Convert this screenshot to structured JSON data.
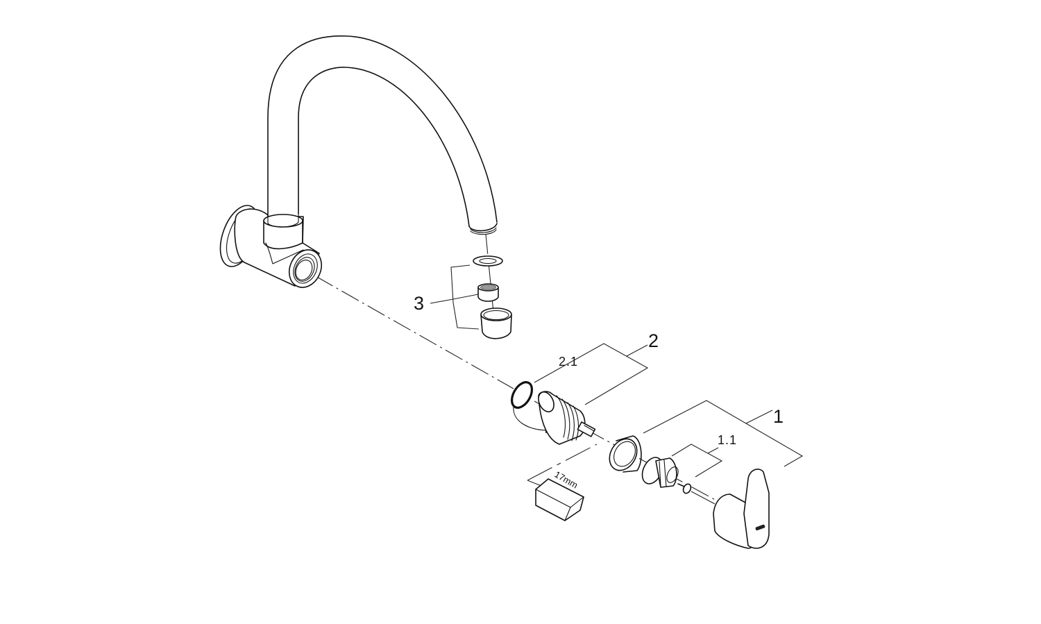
{
  "diagram": {
    "type": "exploded-parts-view",
    "subject": "wall-mounted faucet",
    "callouts": [
      {
        "id": "1",
        "label": "1"
      },
      {
        "id": "1.1",
        "label": "1.1"
      },
      {
        "id": "2",
        "label": "2"
      },
      {
        "id": "2.1",
        "label": "2.1"
      },
      {
        "id": "3",
        "label": "3"
      }
    ],
    "tool_annotation": "17mm",
    "colors": {
      "line": "#111111",
      "background": "#ffffff"
    }
  }
}
